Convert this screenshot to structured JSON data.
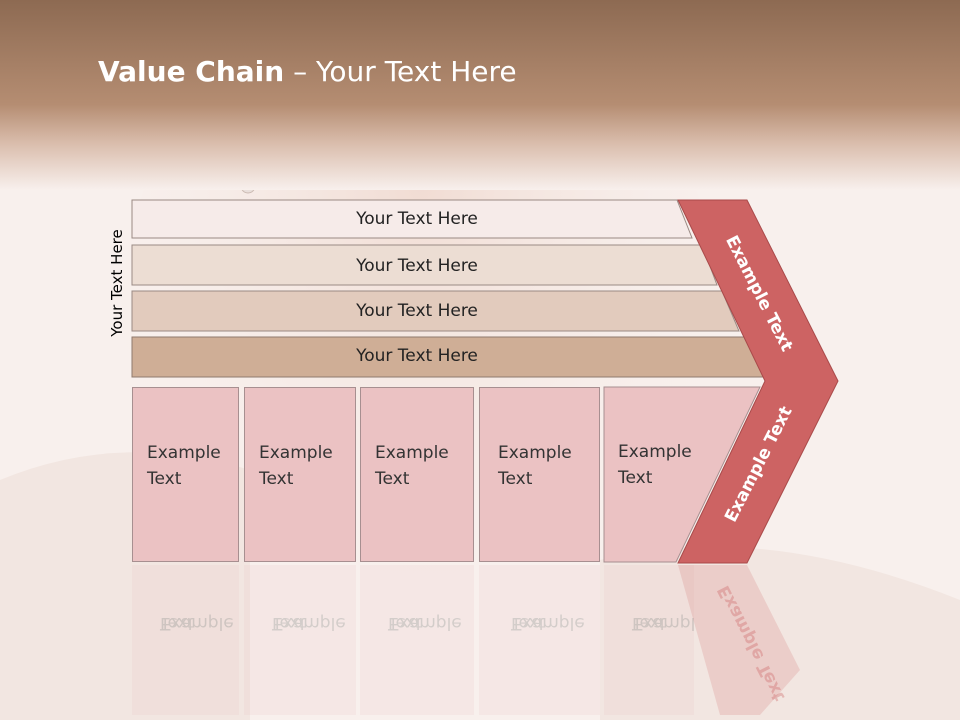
{
  "title": {
    "bold": "Value Chain",
    "rest": " – Your Text Here"
  },
  "side_label": "Your Text Here",
  "bands": [
    {
      "label": "Your Text Here",
      "color": "#f6ebe9"
    },
    {
      "label": "Your Text Here",
      "color": "#ecddd3"
    },
    {
      "label": "Your Text Here",
      "color": "#e2cbbd"
    },
    {
      "label": "Your Text Here",
      "color": "#cfae96"
    }
  ],
  "columns": [
    {
      "line1": "Example",
      "line2": "Text"
    },
    {
      "line1": "Example",
      "line2": "Text"
    },
    {
      "line1": "Example",
      "line2": "Text"
    },
    {
      "line1": "Example",
      "line2": "Text"
    },
    {
      "line1": "Example",
      "line2": "Text"
    }
  ],
  "margin": {
    "top_label": "Example Text",
    "bottom_label": "Example Text",
    "color": "#cd6363"
  },
  "colors": {
    "header": "#a87c5f",
    "box": "#ebc2c3"
  }
}
